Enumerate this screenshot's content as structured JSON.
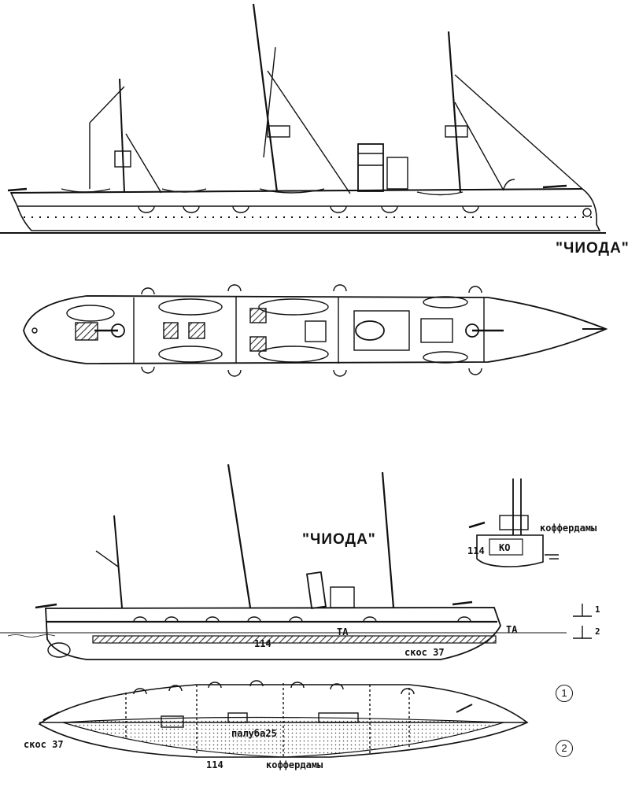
{
  "ship_name_top": "\"ЧИОДА\"",
  "ship_name_bottom": "\"ЧИОДА\"",
  "labels": {
    "cofferdams_section": "коффердамы",
    "section_114": "114",
    "section_ko": "КО",
    "ta_bow": "ТА",
    "ta_amid": "ТА",
    "belt_114": "114",
    "slope_37_side": "скос 37",
    "deck_25": "палуба25",
    "slope_37_plan": "скос 37",
    "plan_114": "114",
    "cofferdams_plan": "коффердамы",
    "cut_1": "1",
    "cut_2": "2",
    "circle_1": "1",
    "circle_2": "2"
  },
  "style": {
    "ink": "#111111",
    "paper": "#ffffff",
    "armor_hatch": "#555555"
  }
}
